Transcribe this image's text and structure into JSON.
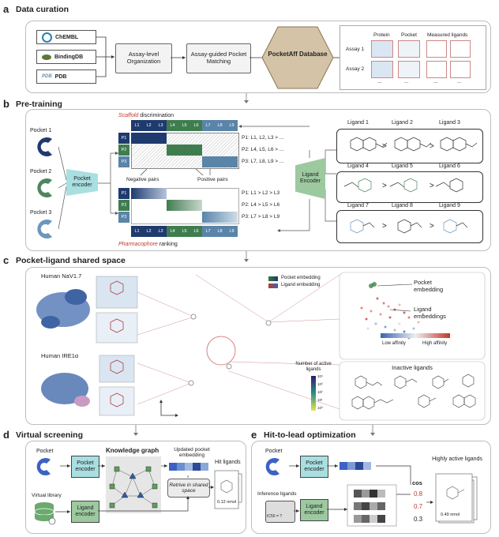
{
  "sections": {
    "a": {
      "letter": "a",
      "title": "Data curation"
    },
    "b": {
      "letter": "b",
      "title": "Pre-training"
    },
    "c": {
      "letter": "c",
      "title": "Pocket-ligand shared space"
    },
    "d": {
      "letter": "d",
      "title": "Virtual screening"
    },
    "e": {
      "letter": "e",
      "title": "Hit-to-lead optimization"
    }
  },
  "a": {
    "sources": [
      "ChEMBL",
      "BindingDB",
      "PDB"
    ],
    "assay_org": "Assay-level Organization",
    "pocket_match": "Assay-guided Pocket Matching",
    "database": "PocketAff Database",
    "col_protein": "Protein",
    "col_pocket": "Pocket",
    "col_ligands": "Measured ligands",
    "assay1": "Assay 1",
    "assay2": "Assay 2",
    "ellipsis": "..."
  },
  "b": {
    "pockets": [
      "Pocket 1",
      "Pocket 2",
      "Pocket 3"
    ],
    "pocket_encoder": "Pocket encoder",
    "ligand_encoder": "Ligand Encoder",
    "scaffold_word": "Scaffold",
    "scaffold_rest": "discrimination",
    "pharma_word": "Pharmacophore",
    "pharma_rest": "ranking",
    "col_labels": [
      "L1",
      "L2",
      "L3",
      "L4",
      "L5",
      "L6",
      "L7",
      "L8",
      "L9"
    ],
    "row_labels": [
      "P1",
      "P2",
      "P3"
    ],
    "scaffold_rules": [
      "P1: L1, L2, L3 > ...",
      "P2: L4, L5, L6 > ...",
      "P3: L7, L8, L9 > ..."
    ],
    "rank_rules": [
      "P1: L1 > L2 > L3",
      "P2: L4 > L5 > L6",
      "P3: L7 > L8 > L9"
    ],
    "negative_pairs": "Negative pairs",
    "positive_pairs": "Positive pairs",
    "ligands": [
      "Ligand 1",
      "Ligand 2",
      "Ligand 3",
      "Ligand 4",
      "Ligand 5",
      "Ligand 6",
      "Ligand 7",
      "Ligand 8",
      "Ligand 9"
    ],
    "gt": ">"
  },
  "c": {
    "target1": "Human NaV1.7",
    "target2": "Human IRE1α",
    "legend_pocket": "Pocket embedding",
    "legend_ligand": "Ligand embedding",
    "pocket_emb": "Pocket embedding",
    "ligand_emb": "Ligand embeddings",
    "low_aff": "Low affinity",
    "high_aff": "High affinity",
    "num_active": "Number of active ligands",
    "inactive": "Inactive ligands",
    "cbar_ticks": [
      "10⁴",
      "10³",
      "10²",
      "10¹",
      "10⁰"
    ]
  },
  "d": {
    "pocket": "Pocket",
    "pocket_encoder": "Pocket encoder",
    "kg": "Knowledge graph",
    "updated": "Updated pocket embedding",
    "retrieve": "Retrive in shared space",
    "hit": "Hit ligands",
    "vlib": "Virtual library",
    "ligand_encoder": "Ligand encoder",
    "potency": "0.12 nmol"
  },
  "e": {
    "pocket": "Pocket",
    "pocket_encoder": "Pocket encoder",
    "inference": "Inference ligands",
    "ic50": "IC50 = ?",
    "ligand_encoder": "Ligand encoder",
    "cos": "cos",
    "scores": [
      "0.8",
      "0.7",
      "0.3"
    ],
    "active": "Highly active ligands",
    "potency": "0.49 nmol"
  },
  "colors": {
    "navy": "#1f3a6e",
    "green": "#3f7d4f",
    "steel": "#5a84a8",
    "teal": "#a9dfe0",
    "ligenc": "#9cc99f",
    "red": "#c0392b"
  }
}
